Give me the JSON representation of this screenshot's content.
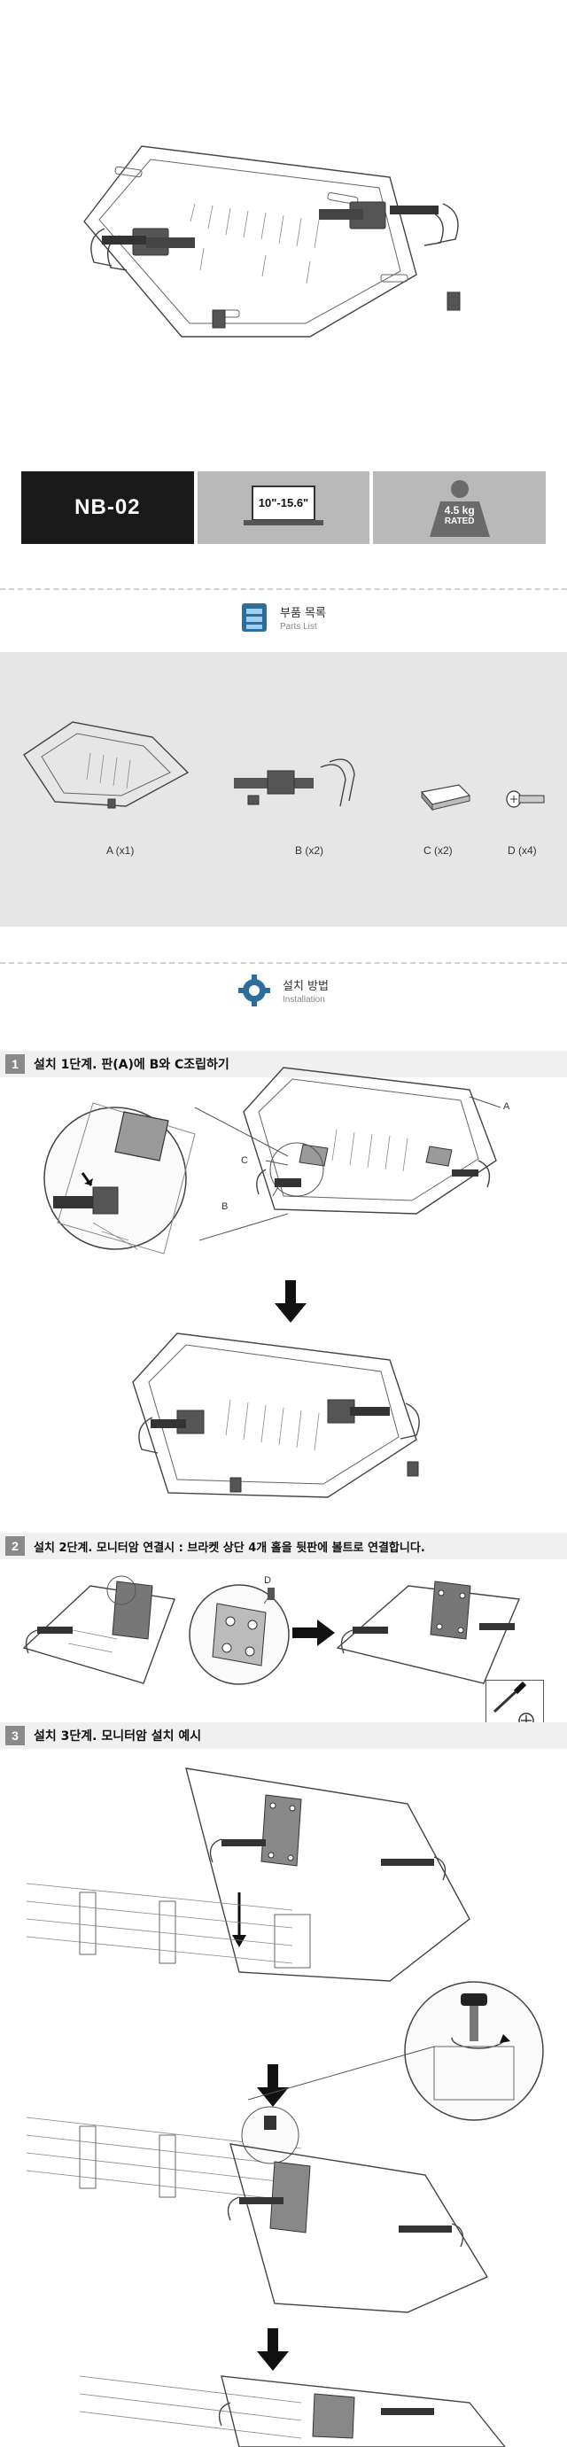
{
  "spec": {
    "model": "NB-02",
    "size_range": "10\"-15.6\"",
    "weight": "4.5 kg",
    "rated": "RATED"
  },
  "parts_section": {
    "title": "부품 목록",
    "subtitle": "Parts List"
  },
  "parts": [
    {
      "label": "A (x1)"
    },
    {
      "label": "B (x2)"
    },
    {
      "label": "C (x2)"
    },
    {
      "label": "D (x4)"
    }
  ],
  "install_section": {
    "title": "설치 방법",
    "subtitle": "Installation"
  },
  "steps": [
    {
      "number": "1",
      "text": "설치 1단계. 판(A)에 B와 C조립하기"
    },
    {
      "number": "2",
      "text": "설치 2단계.  모니터암 연결시 : 브라켓 상단 4개 홀을 뒷판에 볼트로 연결합니다."
    },
    {
      "number": "3",
      "text": "설치 3단계. 모니터암 설치 예시"
    }
  ],
  "callouts": {
    "a": "A",
    "b": "B",
    "c": "C",
    "d": "D"
  },
  "icons": {
    "parts": "parts-box-icon",
    "install": "gear-icon",
    "tool": "screwdriver-icon",
    "phillips": "phillips-head-icon"
  }
}
